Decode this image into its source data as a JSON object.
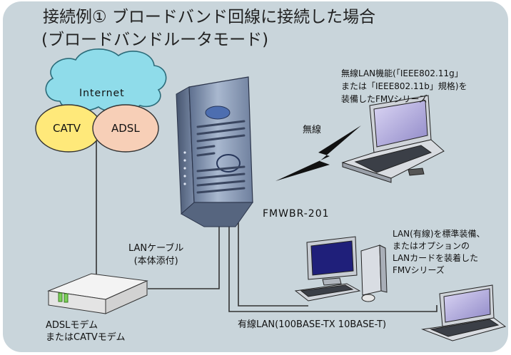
{
  "title": {
    "line1": "接続例① ブロードバンド回線に接続した場合",
    "line2": "(ブロードバンドルータモード)"
  },
  "cloud": {
    "label": "Internet"
  },
  "lines": {
    "catv": "CATV",
    "adsl": "ADSL"
  },
  "router": {
    "label": "FMWBR-201"
  },
  "wireless": {
    "label": "無線",
    "caption_line1": "無線LAN機能(「IEEE802.11g」",
    "caption_line2": "または「IEEE802.11b」規格)を",
    "caption_line3": "装備したFMVシリーズ"
  },
  "lan_cable": {
    "line1": "LANケーブル",
    "line2": "(本体添付)"
  },
  "modem": {
    "line1": "ADSLモデム",
    "line2": "またはCATVモデム"
  },
  "wired_pc": {
    "line1": "LAN(有線)を標準装備、",
    "line2": "またはオプションの",
    "line3": "LANカードを装着した",
    "line4": "FMVシリーズ"
  },
  "wired_lan": {
    "label": "有線LAN(100BASE-TX 10BASE-T)"
  },
  "colors": {
    "panel": "#c9d5db",
    "cloud": "#8fdcea",
    "catv": "#ffe97a",
    "adsl": "#f7cfb7",
    "router": "#8a9dba"
  }
}
